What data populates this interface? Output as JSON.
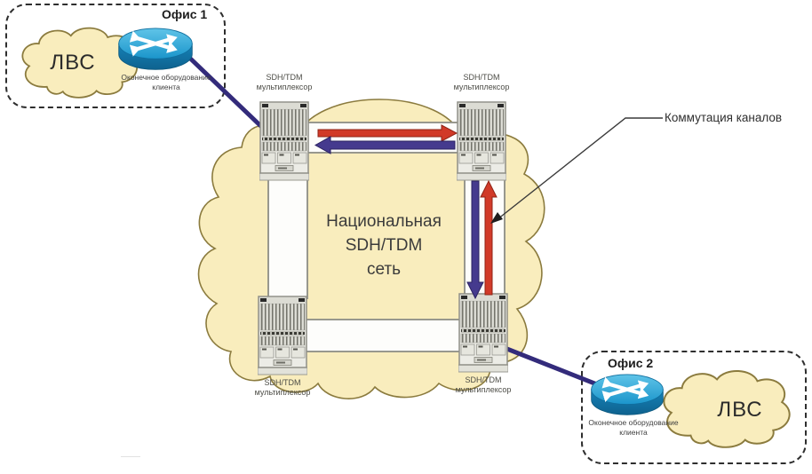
{
  "office1": {
    "title": "Офис 1",
    "lan": "ЛВС",
    "equipment_line1": "Оконечное оборудование",
    "equipment_line2": "клиента"
  },
  "office2": {
    "title": "Офис 2",
    "lan": "ЛВС",
    "equipment_line1": "Оконечное оборудование",
    "equipment_line2": "клиента"
  },
  "network_cloud": {
    "line1": "Национальная",
    "line2": "SDH/TDM",
    "line3": "сеть"
  },
  "multiplexers": {
    "top_left": {
      "line1": "SDH/TDM",
      "line2": "мультиплексор"
    },
    "top_right": {
      "line1": "SDH/TDM",
      "line2": "мультиплексор"
    },
    "bottom_left": {
      "line1": "SDH/TDM",
      "line2": "мультиплексор"
    },
    "bottom_right": {
      "line1": "SDH/TDM",
      "line2": "мультиплексор"
    }
  },
  "annotation": {
    "label": "Коммутация каналов"
  },
  "colors": {
    "cloud_fill": "#F9EDBD",
    "cloud_stroke": "#8B7B3E",
    "pipe_fill": "#FDFDFB",
    "pipe_stroke": "#98988E",
    "red_arrow": "#D13A28",
    "purple_arrow": "#453A8E",
    "link_line": "#332B7B",
    "router_blue": "#1BA0D7",
    "leader_line": "#3A3A3A"
  }
}
